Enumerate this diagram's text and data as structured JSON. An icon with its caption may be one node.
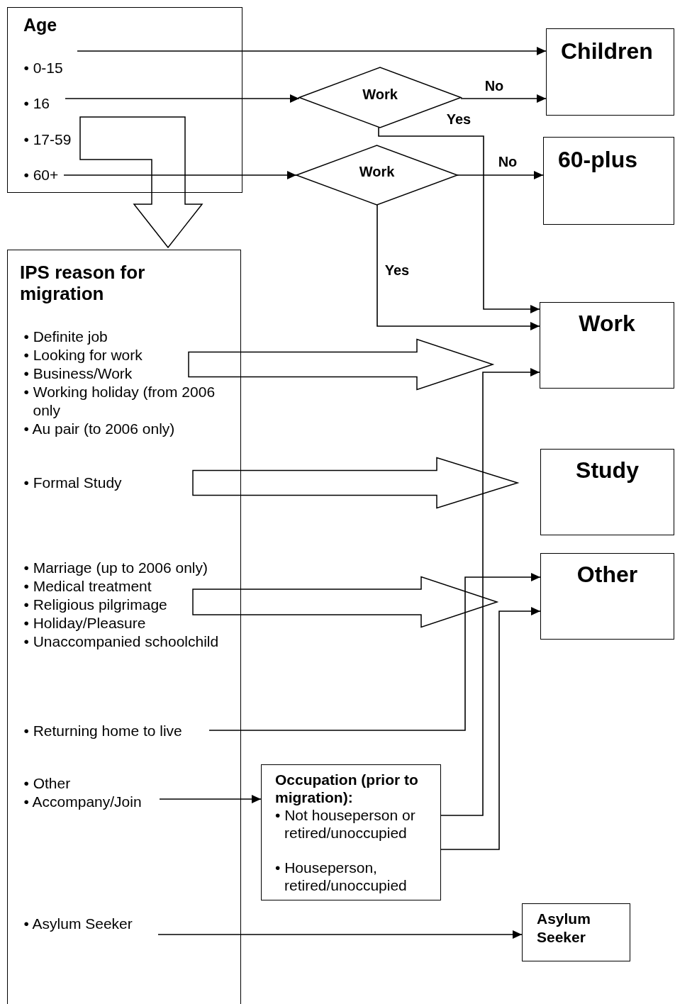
{
  "diagram": {
    "nodes": [
      {
        "text": [
          "Age"
        ]
      },
      {
        "text": [
          "• 0-15"
        ],
        "in": 0
      },
      {
        "text": [
          "• 16"
        ],
        "in": 0
      },
      {
        "text": [
          "• 17-59"
        ],
        "in": 0
      },
      {
        "text": [
          "• 60+"
        ],
        "in": 0
      },
      {
        "text": [
          "Work"
        ]
      },
      {
        "text": [
          "Work"
        ]
      },
      {
        "text": [
          "Children"
        ]
      },
      {
        "text": [
          "60-plus"
        ]
      },
      {
        "text": [
          "IPS reason for migration"
        ]
      },
      {
        "text": [
          "• Definite job",
          "• Looking for work",
          "• Business/Work",
          "• Working holiday (from 2006 only",
          "• Au pair (to 2006 only)"
        ],
        "in": 9
      },
      {
        "text": [
          "• Formal Study"
        ],
        "in": 9
      },
      {
        "text": [
          "• Marriage (up to 2006 only)",
          "• Medical treatment",
          "• Religious pilgrimage",
          "• Holiday/Pleasure",
          "• Unaccompanied schoolchild"
        ],
        "in": 9
      },
      {
        "text": [
          "• Returning home to live"
        ],
        "in": 9
      },
      {
        "text": [
          "• Other",
          "• Accompany/Join"
        ],
        "in": 9
      },
      {
        "text": [
          "• Asylum Seeker"
        ],
        "in": 9
      },
      {
        "text": [
          "Work"
        ]
      },
      {
        "text": [
          "Study"
        ]
      },
      {
        "text": [
          "Other"
        ]
      },
      {
        "text": [
          "Occupation (prior to migration):",
          "• Not houseperson or retired/unoccupied",
          "• Houseperson, retired/unoccupied"
        ]
      },
      {
        "text": [
          "Asylum Seeker"
        ]
      }
    ],
    "edges": [
      {
        "from": 1,
        "to": 7,
        "arrow": "to"
      },
      {
        "from": 2,
        "to": 5,
        "arrow": "to"
      },
      {
        "from": 5,
        "to": 7,
        "arrow": "to",
        "label": "No"
      },
      {
        "from": 5,
        "to": 16,
        "arrow": "to",
        "label": "Yes"
      },
      {
        "from": 4,
        "to": 6,
        "arrow": "to"
      },
      {
        "from": 6,
        "to": 8,
        "arrow": "to",
        "label": "No"
      },
      {
        "from": 6,
        "to": 16,
        "arrow": "to",
        "label": "Yes"
      },
      {
        "from": 3,
        "to": 9,
        "arrow": "to",
        "style": "thick"
      },
      {
        "from": 10,
        "to": 16,
        "arrow": "to",
        "style": "thick"
      },
      {
        "from": 11,
        "to": 17,
        "arrow": "to",
        "style": "thick"
      },
      {
        "from": 12,
        "to": 18,
        "arrow": "to",
        "style": "thick"
      },
      {
        "from": 13,
        "to": 18,
        "arrow": "to"
      },
      {
        "from": 19,
        "to": 16,
        "arrow": "to"
      },
      {
        "from": 19,
        "to": 18,
        "arrow": "to"
      },
      {
        "from": 14,
        "to": 19,
        "arrow": "to"
      },
      {
        "from": 15,
        "to": 20,
        "arrow": "to"
      }
    ]
  }
}
